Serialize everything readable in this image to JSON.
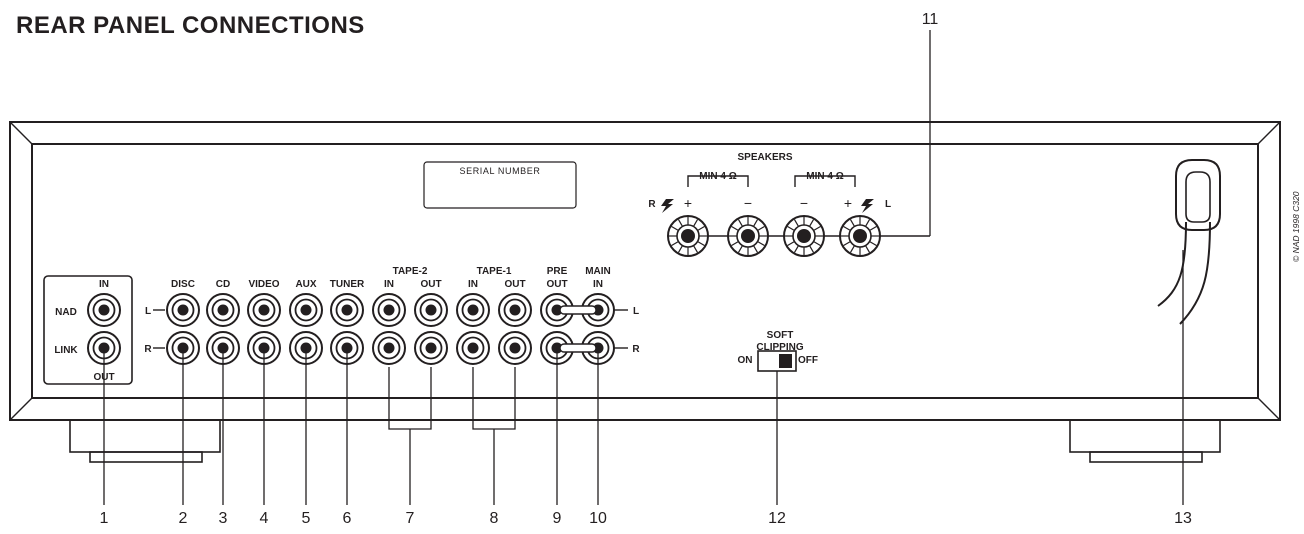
{
  "page_title": "REAR PANEL CONNECTIONS",
  "copyright": "© NAD 1998 C320",
  "serial_label": "SERIAL NUMBER",
  "speakers": {
    "title": "SPEAKERS",
    "min_imp_left": "MIN 4 Ω",
    "min_imp_right": "MIN 4 Ω",
    "terminal_r_plus": "+",
    "terminal_r_minus": "−",
    "terminal_l_minus": "−",
    "terminal_l_plus": "+",
    "channel_r": "R",
    "channel_l": "L"
  },
  "nad_link": {
    "in": "IN",
    "nad": "NAD",
    "link": "LINK",
    "out": "OUT"
  },
  "channel_marks": {
    "left_l": "L",
    "left_r": "R",
    "right_l": "L",
    "right_r": "R"
  },
  "inputs": {
    "disc": "DISC",
    "cd": "CD",
    "video": "VIDEO",
    "aux": "AUX",
    "tuner": "TUNER",
    "tape2": "TAPE-2",
    "tape2_in": "IN",
    "tape2_out": "OUT",
    "tape1": "TAPE-1",
    "tape1_in": "IN",
    "tape1_out": "OUT",
    "pre": "PRE",
    "pre_out": "OUT",
    "main": "MAIN",
    "main_in": "IN"
  },
  "soft_clipping": {
    "title_1": "SOFT",
    "title_2": "CLIPPING",
    "on": "ON",
    "off": "OFF"
  },
  "callouts": [
    "1",
    "2",
    "3",
    "4",
    "5",
    "6",
    "7",
    "8",
    "9",
    "10",
    "11",
    "12",
    "13"
  ]
}
